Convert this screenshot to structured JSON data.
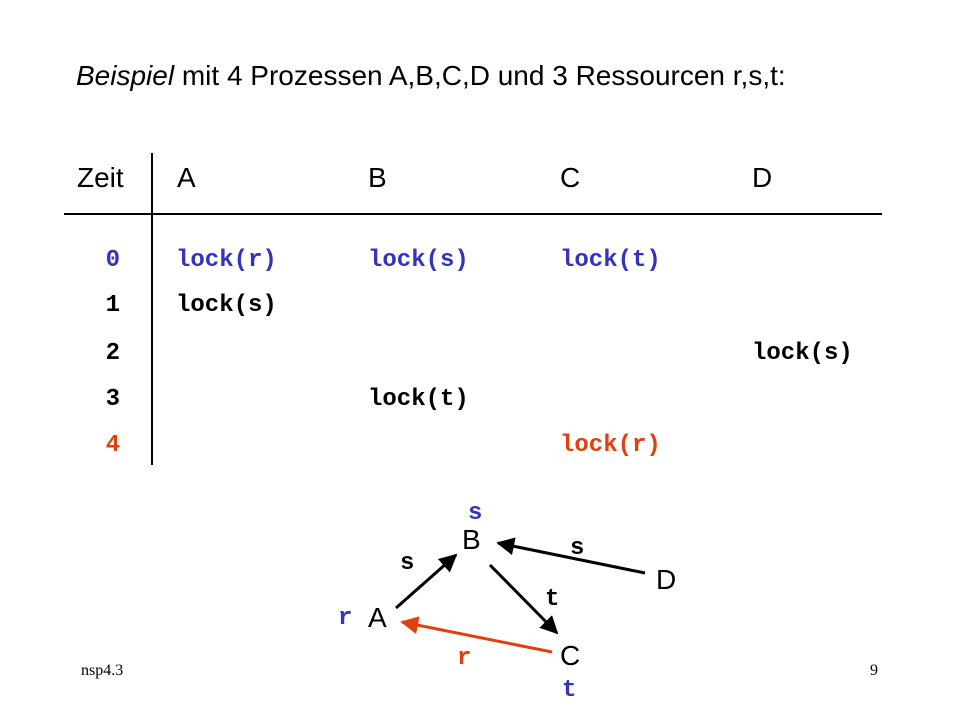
{
  "slide": {
    "title_emph": "Beispiel",
    "title_rest": " mit 4 Prozessen A,B,C,D und 3 Ressourcen r,s,t:",
    "footer_left": "nsp4.3",
    "page_number": "9"
  },
  "table": {
    "headers": [
      "Zeit",
      "A",
      "B",
      "C",
      "D"
    ],
    "times": [
      "0",
      "1",
      "2",
      "3",
      "4"
    ],
    "cells": {
      "r0_a": "lock(r)",
      "r0_b": "lock(s)",
      "r0_c": "lock(t)",
      "r1_a": "lock(s)",
      "r2_d": "lock(s)",
      "r3_b": "lock(t)",
      "r4_c": "lock(r)"
    }
  },
  "graph": {
    "nodes": [
      "A",
      "B",
      "C",
      "D"
    ],
    "held_labels": {
      "a": "r",
      "b": "s",
      "c": "t"
    },
    "edge_labels": {
      "a_to_b": "s",
      "d_to_b": "s",
      "b_to_c": "t",
      "c_to_a": "r"
    }
  },
  "colors": {
    "blue": "#3333bb",
    "black": "#000000",
    "red": "#e04010"
  }
}
